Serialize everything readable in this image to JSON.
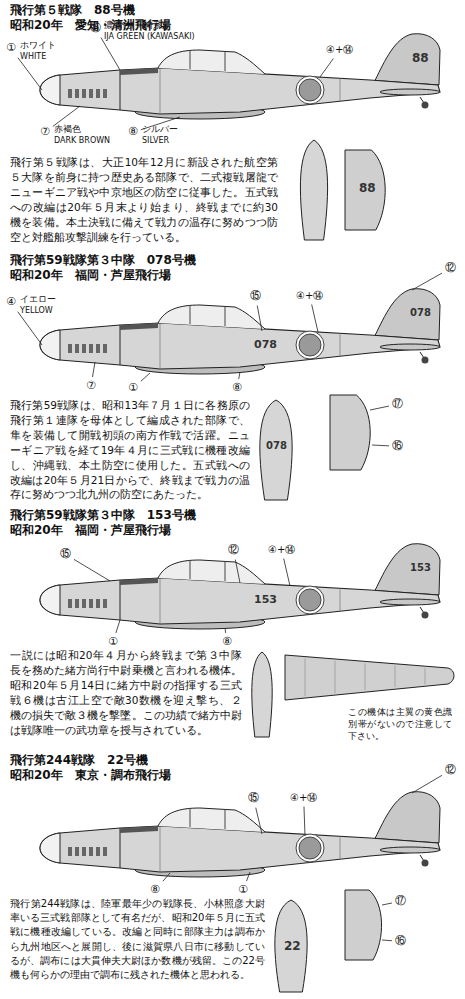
{
  "diagram": {
    "labels": [
      "飛行第５戦隊　88号機",
      "昭和20年　愛知・清洲飛行場",
      "①",
      "ホワイト",
      "WHITE",
      "⑮",
      "濃緑色(川崎系)",
      "IJA GREEN (KAWASAKI)",
      "④+⑭",
      "88",
      "⑦",
      "赤褐色",
      "DARK BROWN",
      "⑧",
      "シルバー",
      "SILVER",
      "88",
      "飛行第５戦隊は、大正10年12月に新設された航空第５大隊を前身に持つ歴史ある部隊で、二式複戦屠龍でニューギニア戦や中京地区の防空に従事した。五式戦への改編は20年５月末より始まり、終戦までに約30機を装備。本土決戦に備えて戦力の温存に努めつつ防空と対艦船攻撃訓練を行っている。",
      "飛行第59戦隊第３中隊　078号機",
      "昭和20年　福岡・芦屋飛行場",
      "④",
      "イエロー",
      "YELLOW",
      "⑫",
      "⑮",
      "④+⑭",
      "078",
      "078",
      "⑦",
      "①",
      "⑧",
      "078",
      "⑰",
      "⑯",
      "飛行第59戦隊は、昭和13年７月１日に各務原の飛行第１連隊を母体として編成された部隊で、隼を装備して開戦初頭の南方作戦で活躍。ニューギニア戦を経て19年４月に三式戦に機種改編し、沖縄戦、本土防空に使用した。五式戦への改編は20年５月21日からで、終戦まで戦力の温存に努めつつ北九州の防空にあたった。",
      "飛行第59戦隊第３中隊　153号機",
      "昭和20年　福岡・芦屋飛行場",
      "⑮",
      "⑫",
      "④+⑭",
      "153",
      "153",
      "①",
      "⑧",
      "一説には昭和20年４月から終戦まで第３中隊長を務めた緒方尚行中尉乗機と言われる機体。昭和20年５月14日に緒方中尉の指揮する三式戦６機は古江上空で敵30数機を迎え撃ち、２機の損失で敵３機を撃墜。この功績で緒方中尉は戦隊唯一の武功章を授与されている。",
      "この機体は主翼の黄色識別帯がないので注意して下さい。",
      "飛行第244戦隊　22号機",
      "昭和20年　東京・調布飛行場",
      "⑫",
      "⑮",
      "④+⑭",
      "⑧",
      "①",
      "22",
      "⑰",
      "⑯",
      "飛行第244戦隊は、陸軍最年少の戦隊長、小林照彦大尉率いる三式戦部隊として有名だが、昭和20年５月に五式戦に機種改編している。改編と同時に部隊主力は調布から九州地区へと展開し、後に滋賀県八日市に移動しているが、調布には大貫伸夫大尉ほか数機が残留。この22号機も何らかの理由で調布に残された機体と思われる。"
    ]
  }
}
